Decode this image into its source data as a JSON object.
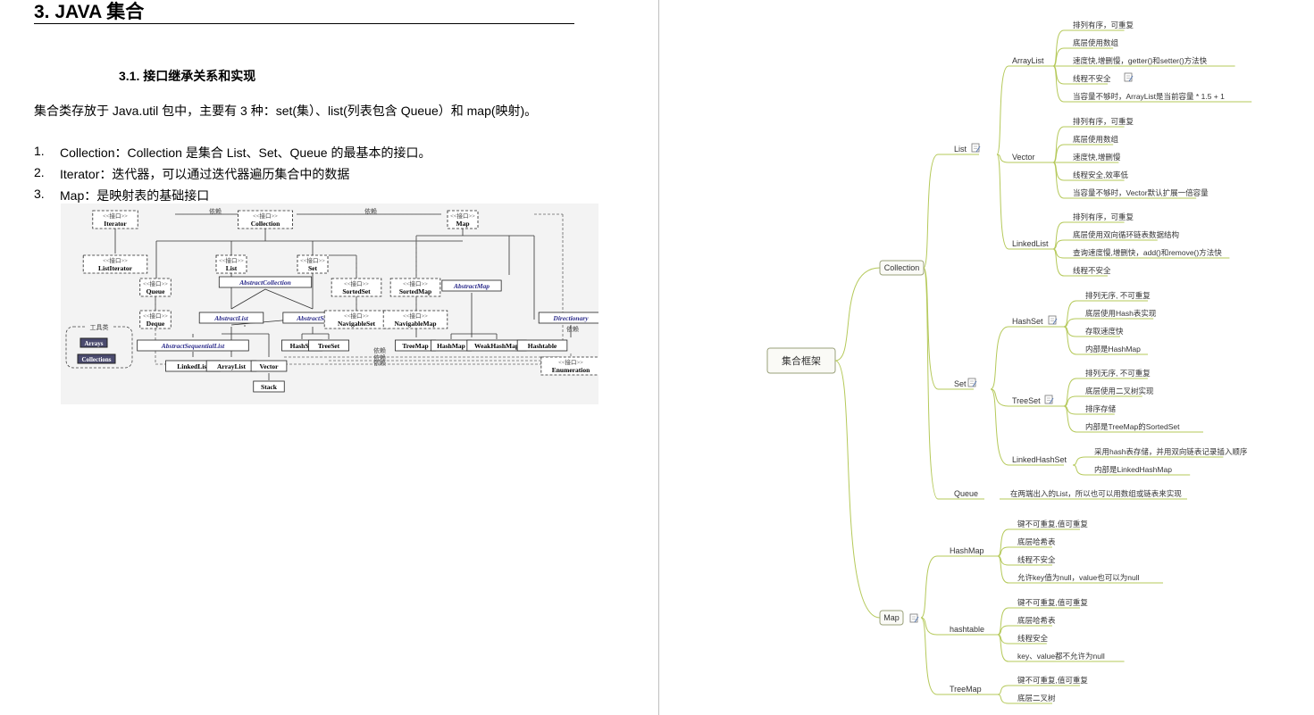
{
  "doc": {
    "heading1": "3. JAVA 集合",
    "heading2": "3.1. 接口继承关系和实现",
    "intro": "集合类存放于 Java.util 包中，主要有 3 种：set(集）、list(列表包含 Queue）和 map(映射)。",
    "list": [
      {
        "num": "1.",
        "text": "Collection：Collection 是集合 List、Set、Queue 的最基本的接口。"
      },
      {
        "num": "2.",
        "text": "Iterator：迭代器，可以通过迭代器遍历集合中的数据"
      },
      {
        "num": "3.",
        "text": "Map：是映射表的基础接口"
      }
    ]
  },
  "uml": {
    "iface_tag": "<<接口>>",
    "depend": "依赖",
    "tools_title": "工具类",
    "tools": [
      "Arrays",
      "Collections"
    ],
    "boxes": {
      "iterator": "Iterator",
      "collection": "Collection",
      "map": "Map",
      "listiterator": "ListIterator",
      "list": "List",
      "set": "Set",
      "queue": "Queue",
      "abstractcollection": "AbstractCollection",
      "sortedset": "SortedSet",
      "sortedmap": "SortedMap",
      "abstractmap": "AbstractMap",
      "deque": "Deque",
      "abstractlist": "AbstractList",
      "abstractset": "AbstractSet",
      "navigableset": "NavigableSet",
      "navigablemap": "NavigableMap",
      "directionary": "Directionary",
      "abstractsequentiallist": "AbstractSequentialList",
      "hashset": "HashSet",
      "treeset": "TreeSet",
      "treemap": "TreeMap",
      "hashmap": "HashMap",
      "weakhashmap": "WeakHashMap",
      "hashtable": "Hashtable",
      "linkedlist": "LinkedList",
      "arraylist": "ArrayList",
      "vector": "Vector",
      "stack": "Stack",
      "enumeration": "Enumeration"
    }
  },
  "mindmap": {
    "root": "集合框架",
    "collection": "Collection",
    "list": "List",
    "arraylist": "ArrayList",
    "arraylist_items": [
      "排列有序，可重复",
      "底层使用数组",
      "速度快,增删慢，getter()和setter()方法快",
      "线程不安全",
      "当容量不够时，ArrayList是当前容量 * 1.5 + 1"
    ],
    "vector": "Vector",
    "vector_items": [
      "排列有序，可重复",
      "底层使用数组",
      "速度快,增删慢",
      "线程安全,效率低",
      "当容量不够时，Vector默认扩展一倍容量"
    ],
    "linkedlist": "LinkedList",
    "linkedlist_items": [
      "排列有序，可重复",
      "底层使用双向循环链表数据结构",
      "查询速度慢,增删快，add()和remove()方法快",
      "线程不安全"
    ],
    "set": "Set",
    "hashset": "HashSet",
    "hashset_items": [
      "排列无序, 不可重复",
      "底层使用Hash表实现",
      "存取速度快",
      "内部是HashMap"
    ],
    "treeset": "TreeSet",
    "treeset_items": [
      "排列无序, 不可重复",
      "底层使用二叉树实现",
      "排序存储",
      "内部是TreeMap的SortedSet"
    ],
    "linkedhashset": "LinkedHashSet",
    "linkedhashset_items": [
      "采用hash表存储，并用双向链表记录插入顺序",
      "内部是LinkedHashMap"
    ],
    "queue": "Queue",
    "queue_item": "在两端出入的List，所以也可以用数组或链表来实现",
    "map": "Map",
    "hashmap": "HashMap",
    "hashmap_items": [
      "键不可重复,值可重复",
      "底层哈希表",
      "线程不安全",
      "允许key值为null，value也可以为null"
    ],
    "hashtable": "hashtable",
    "hashtable_items": [
      "键不可重复,值可重复",
      "底层哈希表",
      "线程安全",
      "key、value都不允许为null"
    ],
    "treemap": "TreeMap",
    "treemap_items": [
      "键不可重复,值可重复",
      "底层二叉树"
    ],
    "colors": {
      "branch": "#b5c95a",
      "node_border": "#9aa07a",
      "root_fill": "#f4f4ee"
    }
  }
}
